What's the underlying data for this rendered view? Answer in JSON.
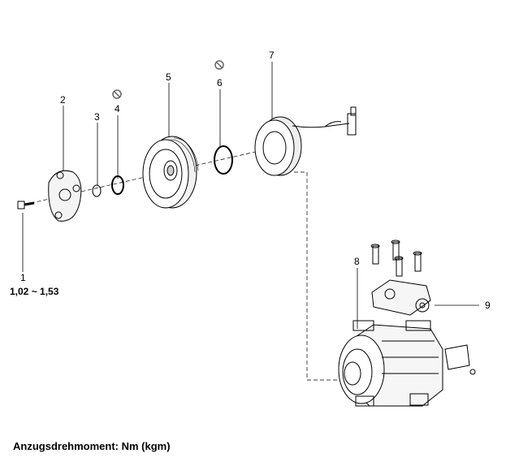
{
  "callouts": {
    "c1": "1",
    "c2": "2",
    "c3": "3",
    "c4": "4",
    "c5": "5",
    "c6": "6",
    "c7": "7",
    "c8": "8",
    "c9": "9"
  },
  "torque_value": "1,02 ~ 1,53",
  "legend": "Anzugsdrehmoment: Nm (kgm)",
  "icons": {
    "no_reuse": "prohibition-icon"
  }
}
